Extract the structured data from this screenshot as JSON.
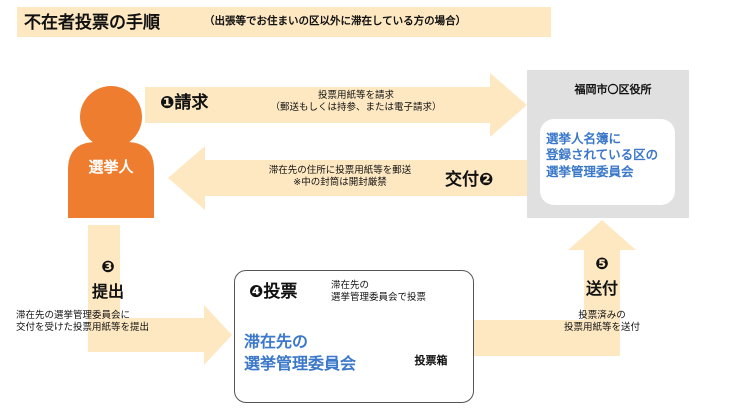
{
  "title": {
    "main": "不在者投票の手順",
    "sub": "（出張等でお住まいの区以外に滞在している方の場合）"
  },
  "voter": {
    "label": "選挙人"
  },
  "office": {
    "name": "福岡市〇区役所",
    "committee": [
      "選挙人名簿に",
      "登録されている区の",
      "選挙管理委員会"
    ]
  },
  "steps": {
    "request": {
      "number": "❶",
      "label": "請求",
      "detail": [
        "投票用紙等を請求",
        "（郵送もしくは持参、または電子請求）"
      ]
    },
    "issue": {
      "number": "❷",
      "label": "交付",
      "detail": [
        "滞在先の住所に投票用紙等を郵送",
        "※中の封筒は開封厳禁"
      ]
    },
    "submit": {
      "number": "❸",
      "label": "提出",
      "detail": [
        "滞在先の選挙管理委員会に",
        "交付を受けた投票用紙等を提出"
      ]
    },
    "vote": {
      "number": "❹",
      "label": "投票",
      "detail": [
        "滞在先の",
        "選挙管理委員会で投票"
      ],
      "committee": [
        "滞在先の",
        "選挙管理委員会"
      ],
      "ballot_box": "投票箱"
    },
    "send": {
      "number": "❺",
      "label": "送付",
      "detail": [
        "投票済みの",
        "投票用紙等を送付"
      ]
    }
  },
  "colors": {
    "arrow": "#fde8c2",
    "person": "#ef7d2f",
    "office": "#e0e0e0",
    "accent_text": "#3b78c9",
    "title_band": "#fde8c2"
  }
}
